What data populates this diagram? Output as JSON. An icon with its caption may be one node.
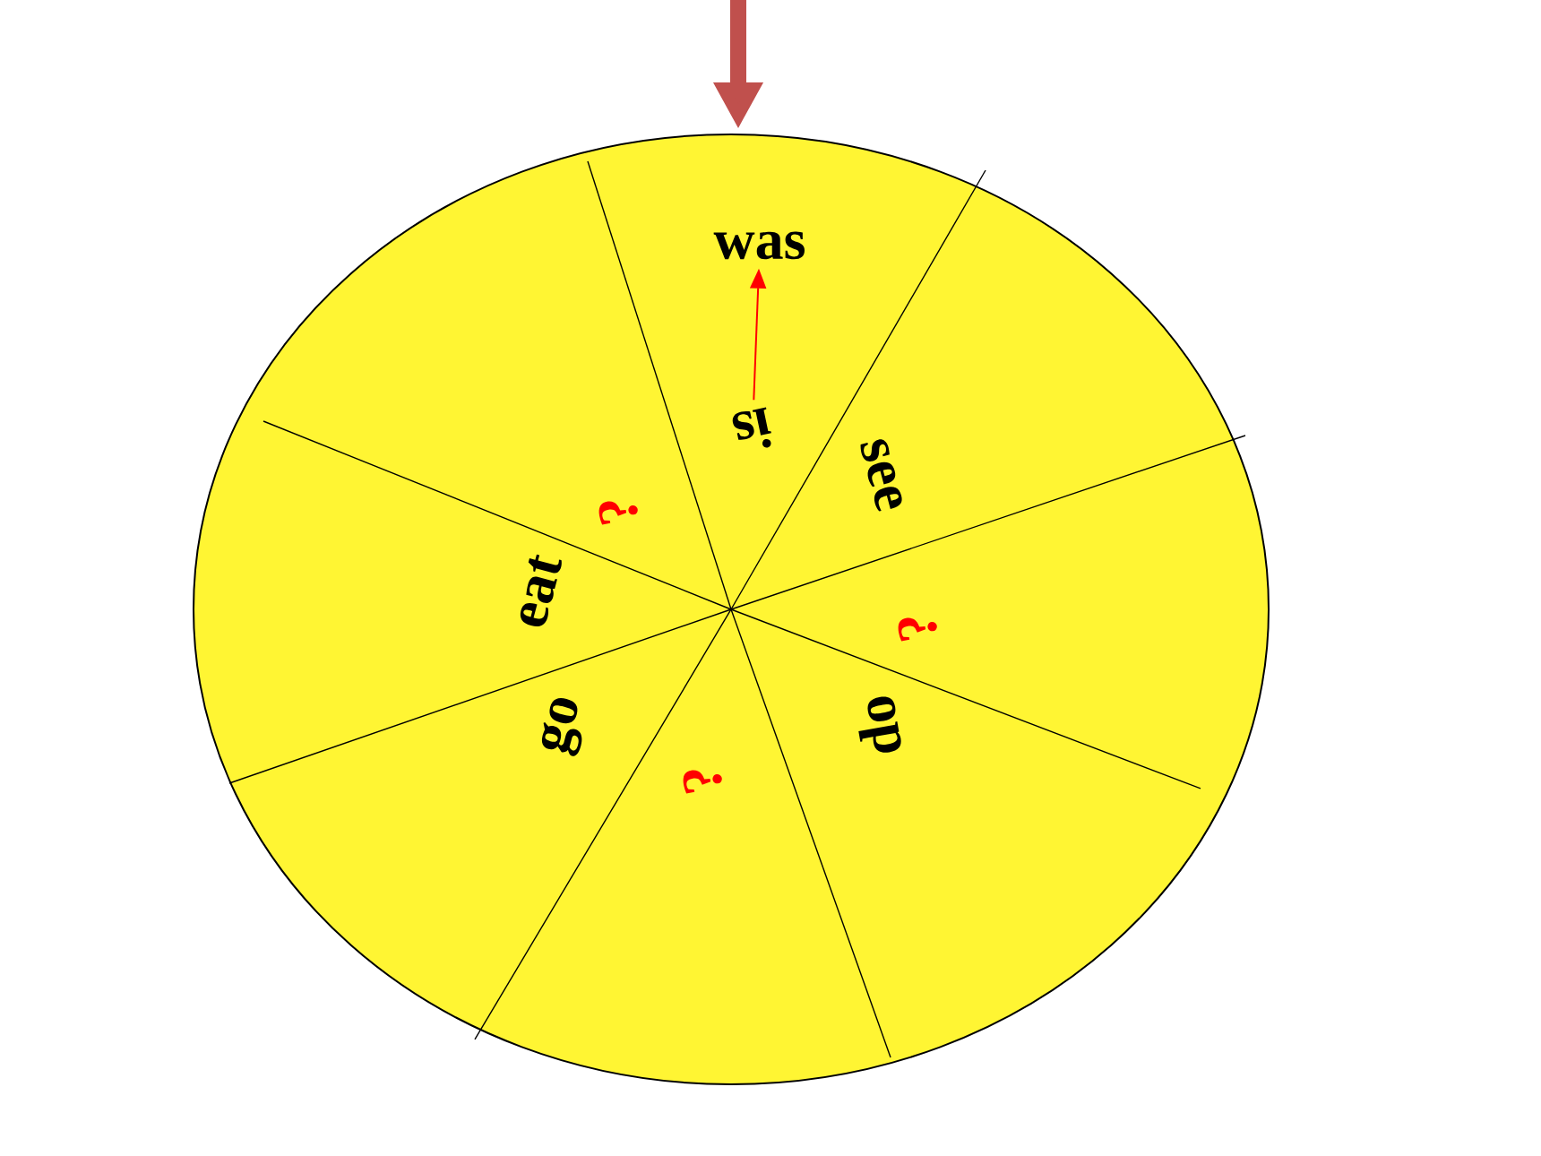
{
  "diagram": {
    "nodes": [
      {
        "text": [
          "was"
        ]
      },
      {
        "text": [
          "is"
        ]
      }
    ],
    "edges": [
      {
        "from": 1,
        "to": 0,
        "arrow": "to",
        "color": "#ff0000"
      }
    ],
    "labels": [
      "see",
      "?",
      "eat",
      "?",
      "do",
      "go",
      "?"
    ]
  }
}
